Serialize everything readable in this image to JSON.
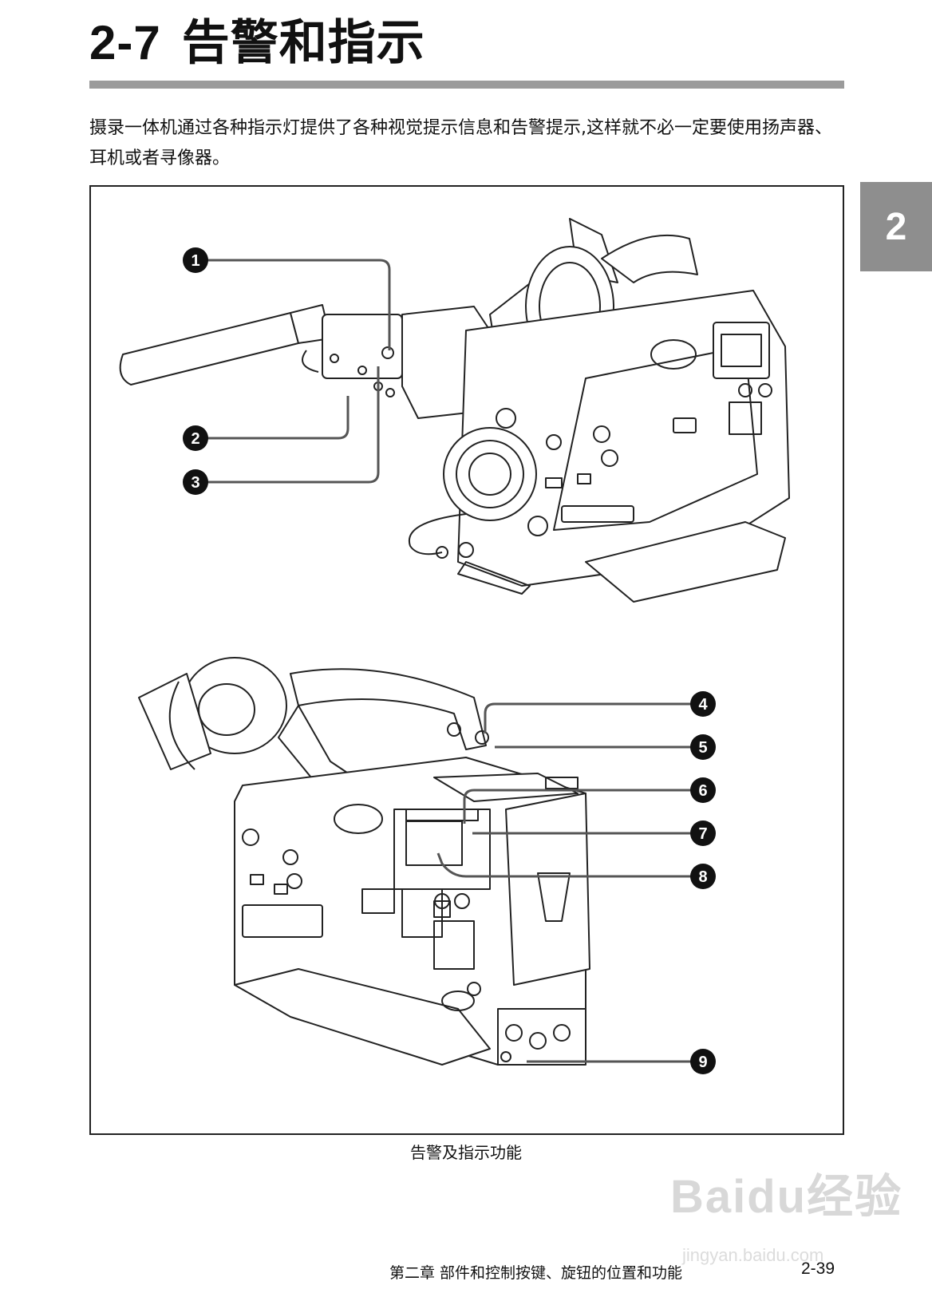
{
  "header": {
    "section_number": "2-7",
    "section_title": "告警和指示"
  },
  "intro": "摄录一体机通过各种指示灯提供了各种视觉提示信息和告警提示,这样就不必一定要使用扬声器、耳机或者寻像器。",
  "chapter_tab": "2",
  "figure": {
    "callouts": [
      "1",
      "2",
      "3",
      "4",
      "5",
      "6",
      "7",
      "8",
      "9"
    ],
    "caption": "告警及指示功能"
  },
  "footer": {
    "chapter": "第二章  部件和控制按键、旋钮的位置和功能",
    "page": "2-39"
  },
  "watermark": {
    "logo": "Baidu经验",
    "url": "jingyan.baidu.com"
  }
}
